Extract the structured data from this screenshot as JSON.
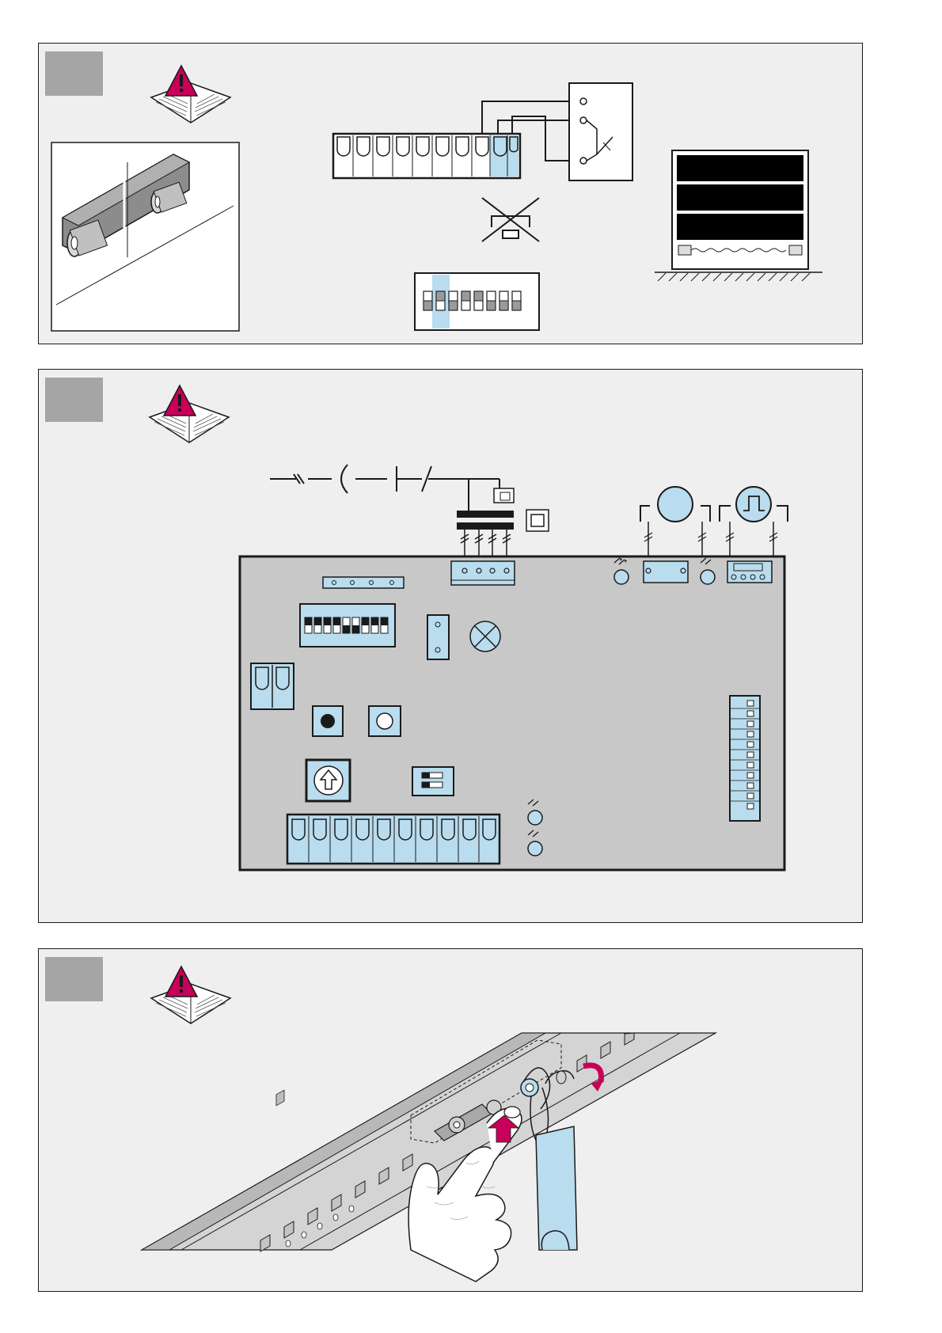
{
  "colors": {
    "panel_bg": "#efefef",
    "step_box": "#a5a5a5",
    "accent_blue": "#b9dcee",
    "board_grey": "#c8c8c8",
    "warning_magenta": "#c8005a",
    "outline": "#1a1a1a"
  },
  "panels": [
    {
      "id": "panel-1",
      "step_label": "",
      "icons": [
        "warning-manual-icon",
        "door-cylinder-icon",
        "terminal-strip-icon",
        "safety-contact-icon",
        "no-bridge-icon",
        "dip-switch-icon",
        "safety-edge-door-icon"
      ]
    },
    {
      "id": "panel-2",
      "step_label": "",
      "icons": [
        "warning-manual-icon",
        "mains-supply-icon",
        "transformer-icon",
        "circuit-board-icon",
        "motor-icon",
        "pulse-generator-icon"
      ]
    },
    {
      "id": "panel-3",
      "step_label": "",
      "icons": [
        "warning-manual-icon",
        "rail-carriage-icon",
        "hand-icon",
        "release-cord-icon",
        "arrow-up-icon",
        "rotate-arrow-icon"
      ]
    }
  ]
}
